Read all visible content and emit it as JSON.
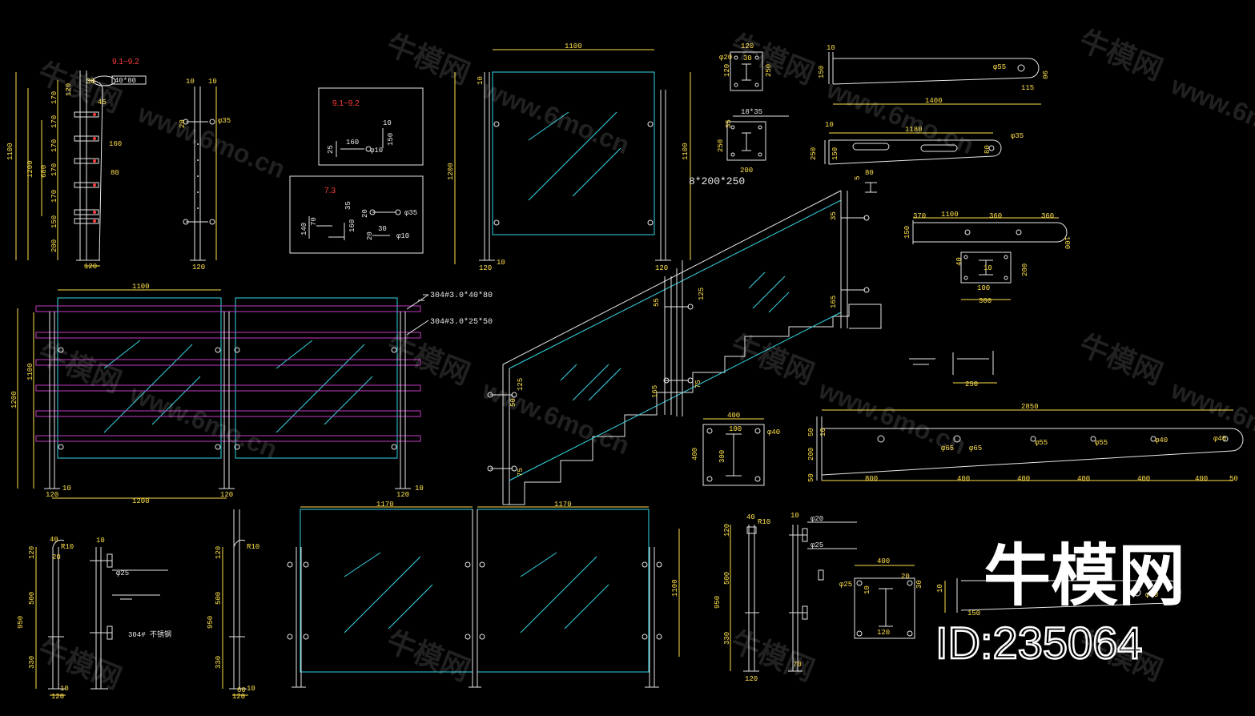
{
  "colors": {
    "background": "#000000",
    "line": "#e6e6e6",
    "glass": "#35d6e6",
    "handrail": "#c23cc2",
    "dimension": "#ffe14a",
    "note": "#ff3b3b"
  },
  "labels": {
    "spec_top_rail": "304#3.0*40*80",
    "spec_bottom_rail": "304#3.0*25*50",
    "plate_size": "8*200*250",
    "note_stainless_1": "304# 不锈钢",
    "red_note_1": "9.1~9.2",
    "red_note_2": "9.1~9.2",
    "red_note_3": "7.3",
    "tube_1": "40*80",
    "tube_2": "18*35",
    "phi_35": "φ35",
    "phi_55": "φ55",
    "phi_65": "φ65",
    "phi_40": "φ40",
    "phi_50": "φ50",
    "phi_20": "φ20",
    "phi_25": "φ25",
    "phi_10": "φ10",
    "r10": "R10"
  },
  "dimensions": {
    "d1100": "1100",
    "d1200": "1200",
    "d1170": "1170",
    "d1400": "1400",
    "d1180": "1180",
    "d2850": "2850",
    "d800": "800",
    "d680": "680",
    "d950": "950",
    "d500": "500",
    "d400": "400",
    "d370": "370",
    "d360": "360",
    "d300": "300",
    "d250": "250",
    "d330": "330",
    "d200": "200",
    "d170": "170",
    "d160": "160",
    "d150": "150",
    "d125": "125",
    "d120": "120",
    "d115": "115",
    "d100": "100",
    "d90": "90",
    "d80": "80",
    "d75": "75",
    "d70": "70",
    "d50": "50",
    "d45": "45",
    "d40": "40",
    "d35": "35",
    "d30": "30",
    "d25": "25",
    "d20": "20",
    "d10": "10",
    "d5": "5"
  },
  "watermark": {
    "brand": "牛模网",
    "site": "www.6mo.cn",
    "id": "ID:235064"
  }
}
